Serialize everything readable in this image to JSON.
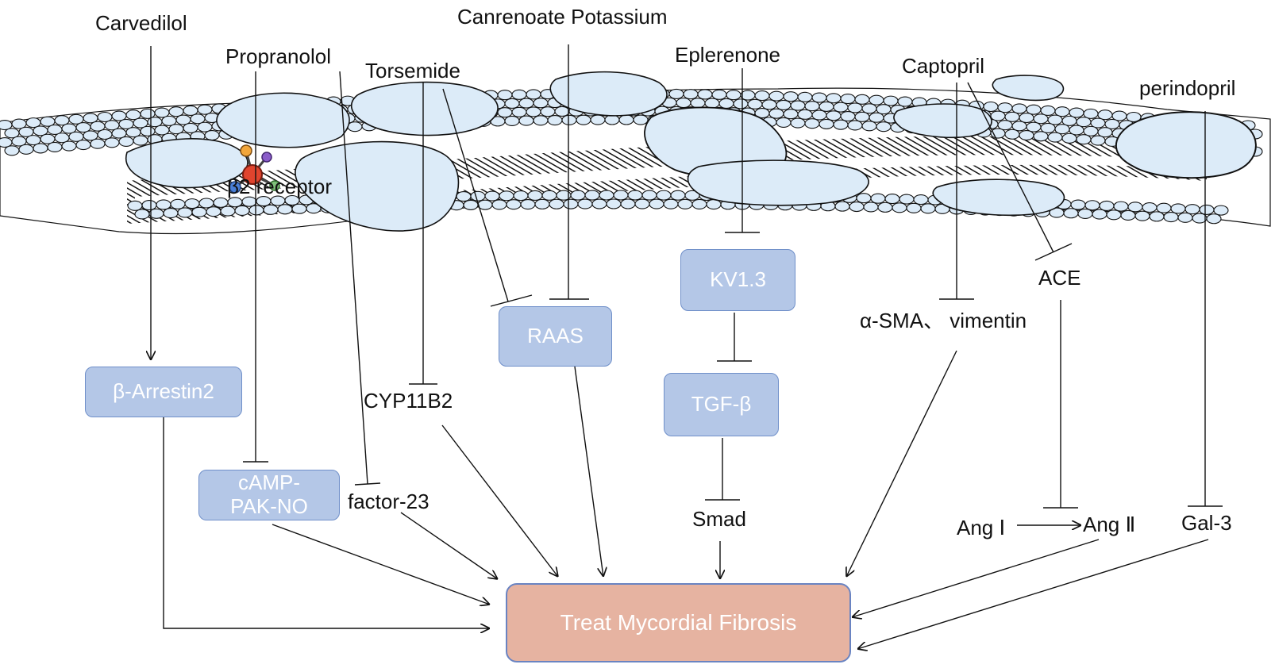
{
  "drugs": {
    "carvedilol": "Carvedilol",
    "canrenoate": "Canrenoate Potassium",
    "propranolol": "Propranolol",
    "torsemide": "Torsemide",
    "eplerenone": "Eplerenone",
    "captopril": "Captopril",
    "perindopril": "perindopril"
  },
  "membrane": {
    "receptor_label": "β2 receptor"
  },
  "nodes": {
    "b_arrestin2": "β-Arrestin2",
    "camp_line1": "cAMP-",
    "camp_line2": "PAK-NO",
    "factor23": "factor-23",
    "cyp11b2": "CYP11B2",
    "raas": "RAAS",
    "kv13": "KV1.3",
    "tgfb": "TGF-β",
    "smad": "Smad",
    "asma": "α-SMA、 vimentin",
    "ace": "ACE",
    "ang1": "Ang Ⅰ",
    "ang2": "Ang Ⅱ",
    "gal3": "Gal-3"
  },
  "target": {
    "label": "Treat Mycordial Fibrosis"
  },
  "colors": {
    "box_fill": "#b4c7e7",
    "box_border": "#6f8fc9",
    "target_fill": "#e6b3a1",
    "membrane_fill": "#dcebf8"
  }
}
